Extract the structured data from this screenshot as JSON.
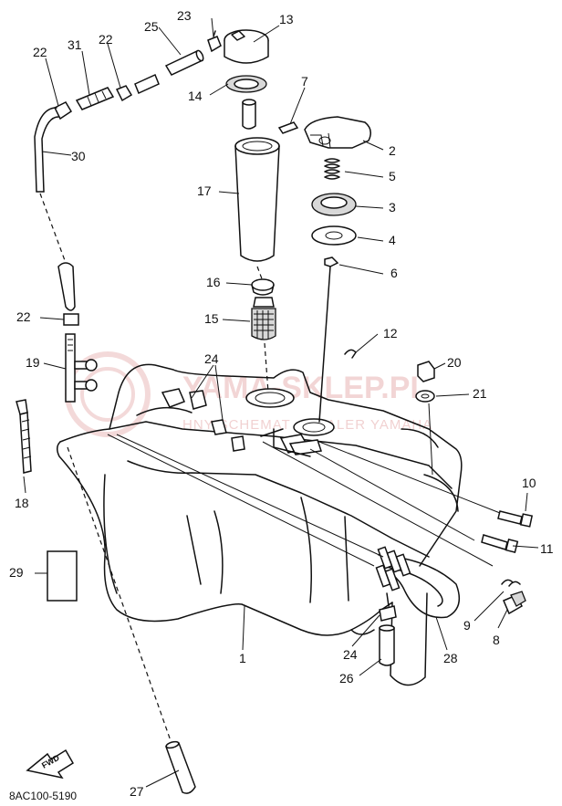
{
  "watermark": {
    "text": "YAMA-SKLEP.PL",
    "subtext": "HNY SCHEMAT • DEALER YAMAHA",
    "color": "#e8b4b4"
  },
  "diagram_code": "8AC100-5190",
  "fwd_label": "FWD",
  "callouts": [
    "23",
    "13",
    "25",
    "22",
    "31",
    "22",
    "14",
    "7",
    "2",
    "30",
    "5",
    "17",
    "3",
    "4",
    "16",
    "6",
    "15",
    "22",
    "12",
    "20",
    "19",
    "24",
    "21",
    "18",
    "10",
    "11",
    "29",
    "9",
    "8",
    "1",
    "24",
    "28",
    "26",
    "27"
  ]
}
